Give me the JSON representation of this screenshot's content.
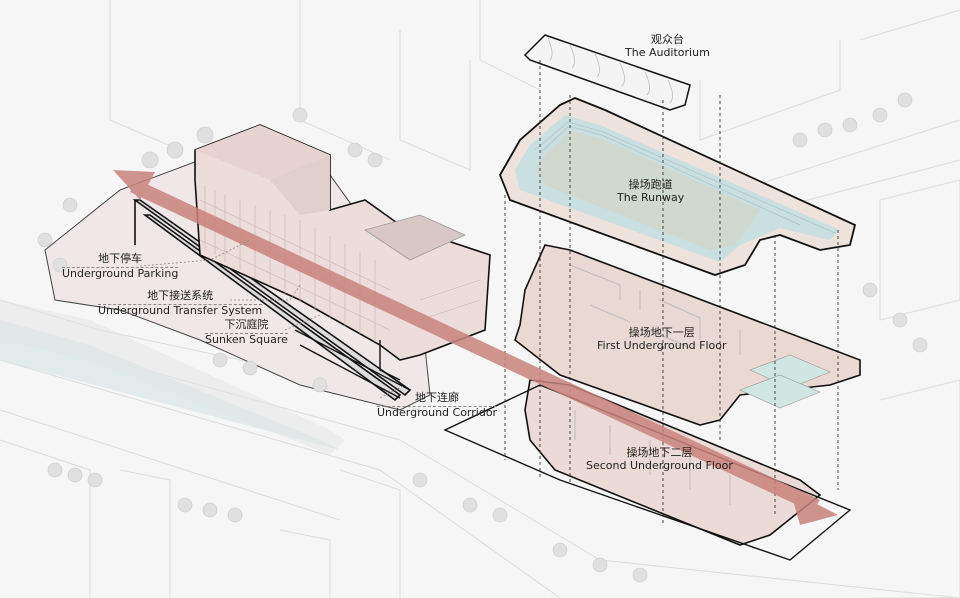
{
  "diagram": {
    "type": "exploded axonometric architectural diagram",
    "colors": {
      "background": "#f7f6f6",
      "building_fill": "#ead9d7",
      "floor_fill": "#e8d7d2",
      "track_blue": "#c9dfe0",
      "field_green": "#cfd9cf",
      "court_blue": "#cfe6e2",
      "flow_arrow": "#c9827c",
      "outline": "#111111"
    },
    "labels": {
      "auditorium": {
        "zh": "观众台",
        "en": "The Auditorium"
      },
      "runway": {
        "zh": "操场跑道",
        "en": "The Runway"
      },
      "first_floor": {
        "zh": "操场地下一层",
        "en": "First Underground Floor"
      },
      "second_floor": {
        "zh": "操场地下二层",
        "en": "Second Underground Floor"
      },
      "parking": {
        "zh": "地下停车",
        "en": "Underground Parking"
      },
      "transfer": {
        "zh": "地下接送系统",
        "en": "Underground Transfer System"
      },
      "sunken": {
        "zh": "下沉庭院",
        "en": "Sunken Square"
      },
      "corridor": {
        "zh": "地下连廊",
        "en": "Underground Corridor"
      }
    },
    "flow_arrow": {
      "direction": "bidirectional",
      "from": "upper-left",
      "to": "lower-right"
    }
  }
}
